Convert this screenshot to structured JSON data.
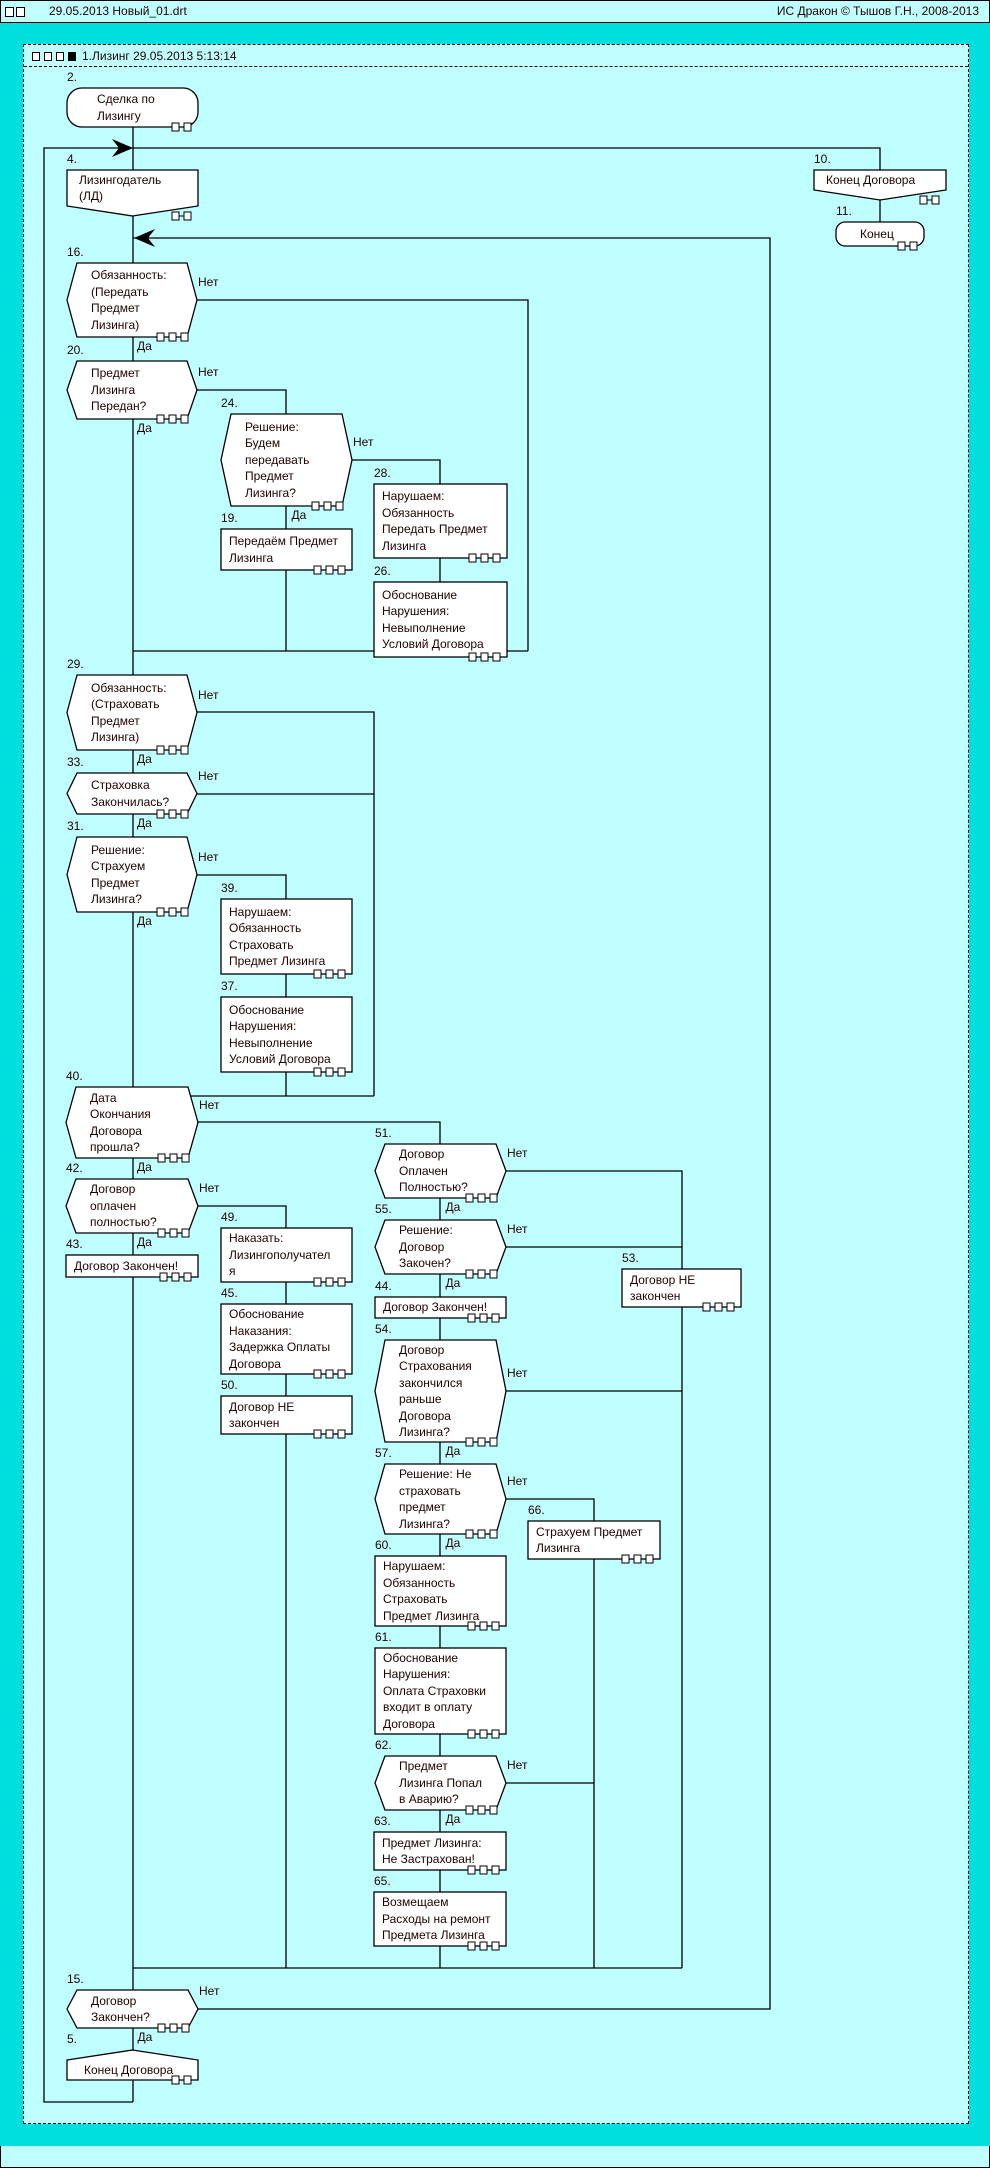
{
  "window": {
    "file_label": "29.05.2013  Новый_01.drt",
    "copyright": "ИС Дракон © Тышов Г.Н., 2008-2013"
  },
  "diagram": {
    "header": "1.Лизинг 29.05.2013 5:13:14",
    "yes_label": "Да",
    "no_label": "Нет",
    "nodes": {
      "n2": {
        "num": "2.",
        "text": "Сделка по\nЛизингу"
      },
      "n4": {
        "num": "4.",
        "text": "Лизингодатель\n(ЛД)"
      },
      "n10": {
        "num": "10.",
        "text": "Конец Договора"
      },
      "n11": {
        "num": "11.",
        "text": "Конец"
      },
      "n16": {
        "num": "16.",
        "text": "Обязанность:\n(Передать\nПредмет\nЛизинга)"
      },
      "n20": {
        "num": "20.",
        "text": "Предмет\nЛизинга\nПередан?"
      },
      "n24": {
        "num": "24.",
        "text": "Решение:\nБудем\nпередавать\nПредмет\nЛизинга?"
      },
      "n28": {
        "num": "28.",
        "text": "Нарушаем:\nОбязанность\nПередать Предмет\nЛизинга"
      },
      "n19": {
        "num": "19.",
        "text": "Передаём Предмет\nЛизинга"
      },
      "n26": {
        "num": "26.",
        "text": "Обоснование\nНарушения:\nНевыполнение\nУсловий Договора"
      },
      "n29": {
        "num": "29.",
        "text": "Обязанность:\n(Страховать\nПредмет\nЛизинга)"
      },
      "n33": {
        "num": "33.",
        "text": "Страховка\nЗакончилась?"
      },
      "n31": {
        "num": "31.",
        "text": "Решение:\nСтрахуем\nПредмет\nЛизинга?"
      },
      "n39": {
        "num": "39.",
        "text": "Нарушаем:\nОбязанность\nСтраховать\nПредмет Лизинга"
      },
      "n37": {
        "num": "37.",
        "text": "Обоснование\nНарушения:\nНевыполнение\nУсловий Договора"
      },
      "n40": {
        "num": "40.",
        "text": "Дата\nОкончания\nДоговора\nпрошла?"
      },
      "n42": {
        "num": "42.",
        "text": "Договор\nоплачен\nполностью?"
      },
      "n43": {
        "num": "43.",
        "text": "Договор Закончен!"
      },
      "n49": {
        "num": "49.",
        "text": "Наказать:\nЛизингополучател\nя"
      },
      "n45": {
        "num": "45.",
        "text": "Обоснование\nНаказания:\nЗадержка Оплаты\nДоговора"
      },
      "n50": {
        "num": "50.",
        "text": "Договор НЕ\nзакончен"
      },
      "n51": {
        "num": "51.",
        "text": "Договор\nОплачен\nПолностью?"
      },
      "n55": {
        "num": "55.",
        "text": "Решение:\nДоговор\nЗакочен?"
      },
      "n44": {
        "num": "44.",
        "text": "Договор Закончен!"
      },
      "n53": {
        "num": "53.",
        "text": "Договор НЕ\nзакончен"
      },
      "n54": {
        "num": "54.",
        "text": "Договор\nСтрахования\nзакончился\nраньше\nДоговора\nЛизинга?"
      },
      "n57": {
        "num": "57.",
        "text": "Решение: Не\nстраховать\nпредмет\nЛизинга?"
      },
      "n66": {
        "num": "66.",
        "text": "Страхуем Предмет\nЛизинга"
      },
      "n60": {
        "num": "60.",
        "text": "Нарушаем:\nОбязанность\nСтраховать\nПредмет Лизинга"
      },
      "n61": {
        "num": "61.",
        "text": "Обоснование\nНарушения:\nОплата Страховки\nвходит в оплату\nДоговора"
      },
      "n62": {
        "num": "62.",
        "text": "Предмет\nЛизинга Попал\nв Аварию?"
      },
      "n63": {
        "num": "63.",
        "text": "Предмет Лизинга:\nНе Застрахован!"
      },
      "n65": {
        "num": "65.",
        "text": "Возмещаем\nРасходы на ремонт\nПредмета Лизинга"
      },
      "n15": {
        "num": "15.",
        "text": "Договор\nЗакончен?"
      },
      "n5": {
        "num": "5.",
        "text": "Конец Договора"
      }
    }
  },
  "colors": {
    "background": "#00dede",
    "canvas": "#c0ffff",
    "node_fill": "#ffffff",
    "line": "#000000"
  }
}
